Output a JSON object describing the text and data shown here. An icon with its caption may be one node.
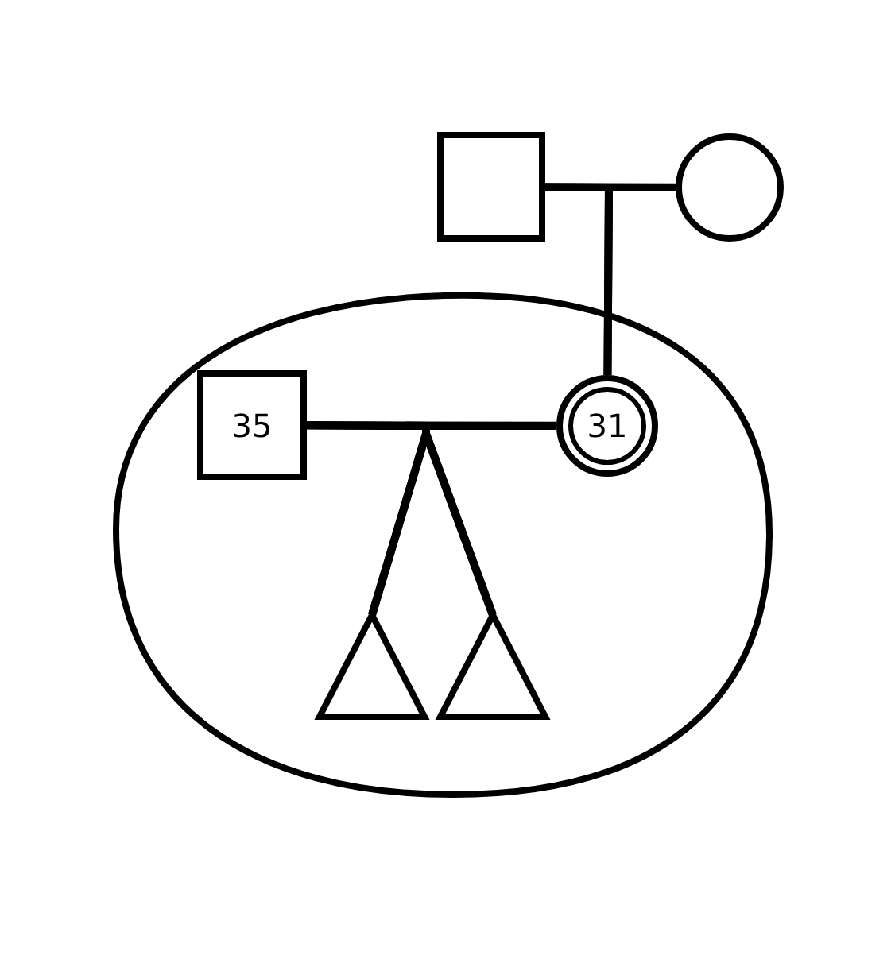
{
  "diagram": {
    "nodes": [
      {
        "text": [],
        "shape": "box"
      },
      {
        "text": [],
        "shape": "circle"
      },
      {
        "text": [],
        "shape": "cloud"
      },
      {
        "text": [
          "35"
        ],
        "in": 2
      },
      {
        "text": [
          "31"
        ],
        "in": 2
      },
      {
        "text": [],
        "shape": "triangle",
        "in": 2
      },
      {
        "text": [],
        "shape": "triangle",
        "in": 2
      }
    ],
    "edges": [
      {
        "from": 0,
        "to": 1,
        "arrow": "none"
      },
      {
        "from": 0,
        "to": 4,
        "arrow": "none"
      },
      {
        "from": 1,
        "to": 4,
        "arrow": "none"
      },
      {
        "from": 3,
        "to": 4,
        "arrow": "none"
      },
      {
        "from": 3,
        "to": 5,
        "arrow": "none"
      },
      {
        "from": 4,
        "to": 5,
        "arrow": "none"
      },
      {
        "from": 3,
        "to": 6,
        "arrow": "none"
      },
      {
        "from": 4,
        "to": 6,
        "arrow": "none"
      }
    ]
  }
}
